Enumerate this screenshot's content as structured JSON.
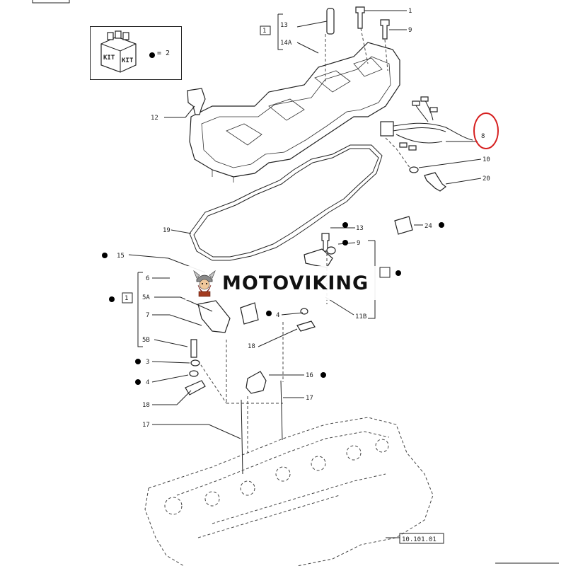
{
  "brand": {
    "name": "MOTOVIKING",
    "logo_icon": "viking-mascot-icon"
  },
  "kit_box": {
    "kit_word_1": "KIT",
    "kit_word_2": "KIT",
    "equals_text": "= 2"
  },
  "reference_code": "10.101.01",
  "highlight_color": "#d62020",
  "callouts": [
    {
      "id": "c1",
      "text": "1"
    },
    {
      "id": "c9",
      "text": "9"
    },
    {
      "id": "c13a",
      "text": "13"
    },
    {
      "id": "c14a",
      "text": "14A"
    },
    {
      "id": "c12",
      "text": "12"
    },
    {
      "id": "c8",
      "text": "8"
    },
    {
      "id": "c10",
      "text": "10"
    },
    {
      "id": "c20",
      "text": "20"
    },
    {
      "id": "c19",
      "text": "19"
    },
    {
      "id": "c13b",
      "text": "13"
    },
    {
      "id": "c24",
      "text": "24"
    },
    {
      "id": "c9b",
      "text": "9"
    },
    {
      "id": "c15",
      "text": "15"
    },
    {
      "id": "c6",
      "text": "6"
    },
    {
      "id": "c5a",
      "text": "5A"
    },
    {
      "id": "c7",
      "text": "7"
    },
    {
      "id": "c5b",
      "text": "5B"
    },
    {
      "id": "c3",
      "text": "3"
    },
    {
      "id": "c4",
      "text": "4"
    },
    {
      "id": "c18",
      "text": "18"
    },
    {
      "id": "c17a",
      "text": "17"
    },
    {
      "id": "c16",
      "text": "16"
    },
    {
      "id": "c17b",
      "text": "17"
    },
    {
      "id": "c4b",
      "text": "4"
    },
    {
      "id": "c18b",
      "text": "18"
    },
    {
      "id": "c11b",
      "text": "11B"
    }
  ]
}
